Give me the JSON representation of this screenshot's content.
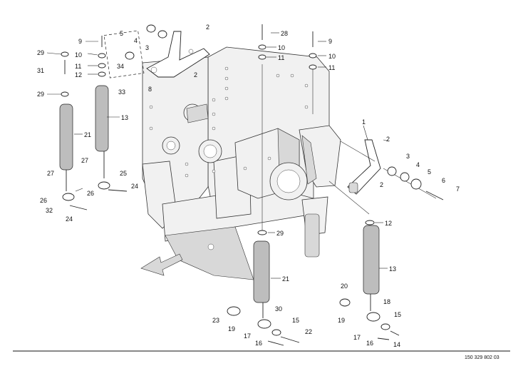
{
  "callouts": {
    "c1": "1",
    "c2a": "2",
    "c2b": "2",
    "c2c": "2",
    "c2d": "2",
    "c3a": "3",
    "c3b": "3",
    "c4a": "4",
    "c4b": "4",
    "c5a": "5",
    "c5b": "5",
    "c6": "6",
    "c7": "7",
    "c8": "8",
    "c9a": "9",
    "c9b": "9",
    "c10a": "10",
    "c10b": "10",
    "c10c": "10",
    "c11a": "11",
    "c11b": "11",
    "c11c": "11",
    "c12a": "12",
    "c12b": "12",
    "c13a": "13",
    "c13b": "13",
    "c14": "14",
    "c15a": "15",
    "c15b": "15",
    "c16a": "16",
    "c16b": "16",
    "c17a": "17",
    "c17b": "17",
    "c18": "18",
    "c19a": "19",
    "c19b": "19",
    "c20": "20",
    "c21a": "21",
    "c21b": "21",
    "c22": "22",
    "c23": "23",
    "c24a": "24",
    "c24b": "24",
    "c25": "25",
    "c26a": "26",
    "c26b": "26",
    "c27a": "27",
    "c27b": "27",
    "c28": "28",
    "c29a": "29",
    "c29b": "29",
    "c29c": "29",
    "c30": "30",
    "c31": "31",
    "c32": "32",
    "c33": "33",
    "c34": "34"
  },
  "document_id": "150 329 802 03"
}
